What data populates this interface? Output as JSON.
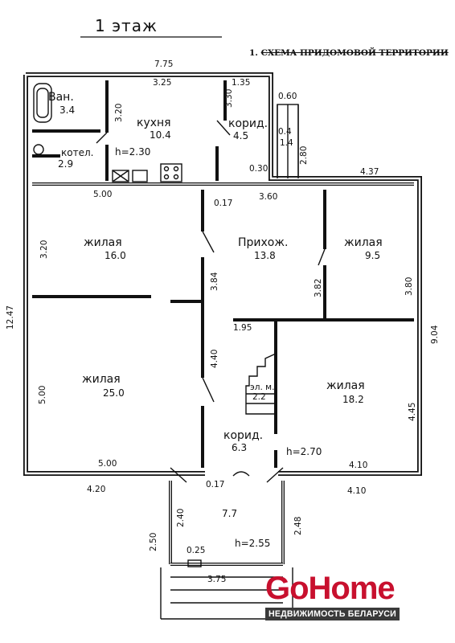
{
  "floor_title": "1 этаж",
  "sheet_title": {
    "number": "1.",
    "text": "СХЕМА ПРИДОМОВОЙ ТЕРРИТОРИИ"
  },
  "rooms": [
    {
      "name": "Ван.",
      "area": "3.4"
    },
    {
      "name": "кухня",
      "area": "10.4"
    },
    {
      "name": "корид.",
      "area": "4.5"
    },
    {
      "name": "котел.",
      "area": "2.9"
    },
    {
      "name": "жилая",
      "area": "16.0"
    },
    {
      "name": "Прихож.",
      "area": "13.8"
    },
    {
      "name": "жилая",
      "area": "9.5"
    },
    {
      "name": "жилая",
      "area": "25.0"
    },
    {
      "name": "жилая",
      "area": "18.2"
    },
    {
      "name": "корид.",
      "area": "6.3"
    },
    {
      "name": "",
      "area": "7.7"
    }
  ],
  "stair_label": {
    "l1": "эл. м.",
    "l2": "2.2"
  },
  "heights": {
    "kitchen": "h=2.30",
    "main": "h=2.70",
    "porch": "h=2.55"
  },
  "dimensions": {
    "top_total": "7.75",
    "kitchen_w": "3.25",
    "corr_top_w": "1.35",
    "d060": "0.60",
    "bath_h": "3.20",
    "corr_h": "3.30",
    "d04": "0.4",
    "d14": "1.4",
    "d280": "2.80",
    "d030": "0.30",
    "d437": "4.37",
    "room16_w": "5.00",
    "d017a": "0.17",
    "hall_w": "3.60",
    "room16_h": "3.20",
    "d384": "3.84",
    "d382": "3.82",
    "d380": "3.80",
    "left_total": "12.47",
    "right_total": "9.04",
    "d195": "1.95",
    "d440": "4.40",
    "room25_h": "5.00",
    "d445": "4.45",
    "room25_w": "5.00",
    "room18_w": "4.10",
    "d017b": "0.17",
    "bottom_left": "4.20",
    "bottom_right": "4.10",
    "porch_h": "2.40",
    "porch_h2": "2.48",
    "porch_side": "2.50",
    "d025": "0.25",
    "porch_w": "3.75"
  },
  "logo": {
    "go": "Go",
    "home": "Home",
    "tagline": "НЕДВИЖИМОСТЬ БЕЛАРУСИ"
  }
}
